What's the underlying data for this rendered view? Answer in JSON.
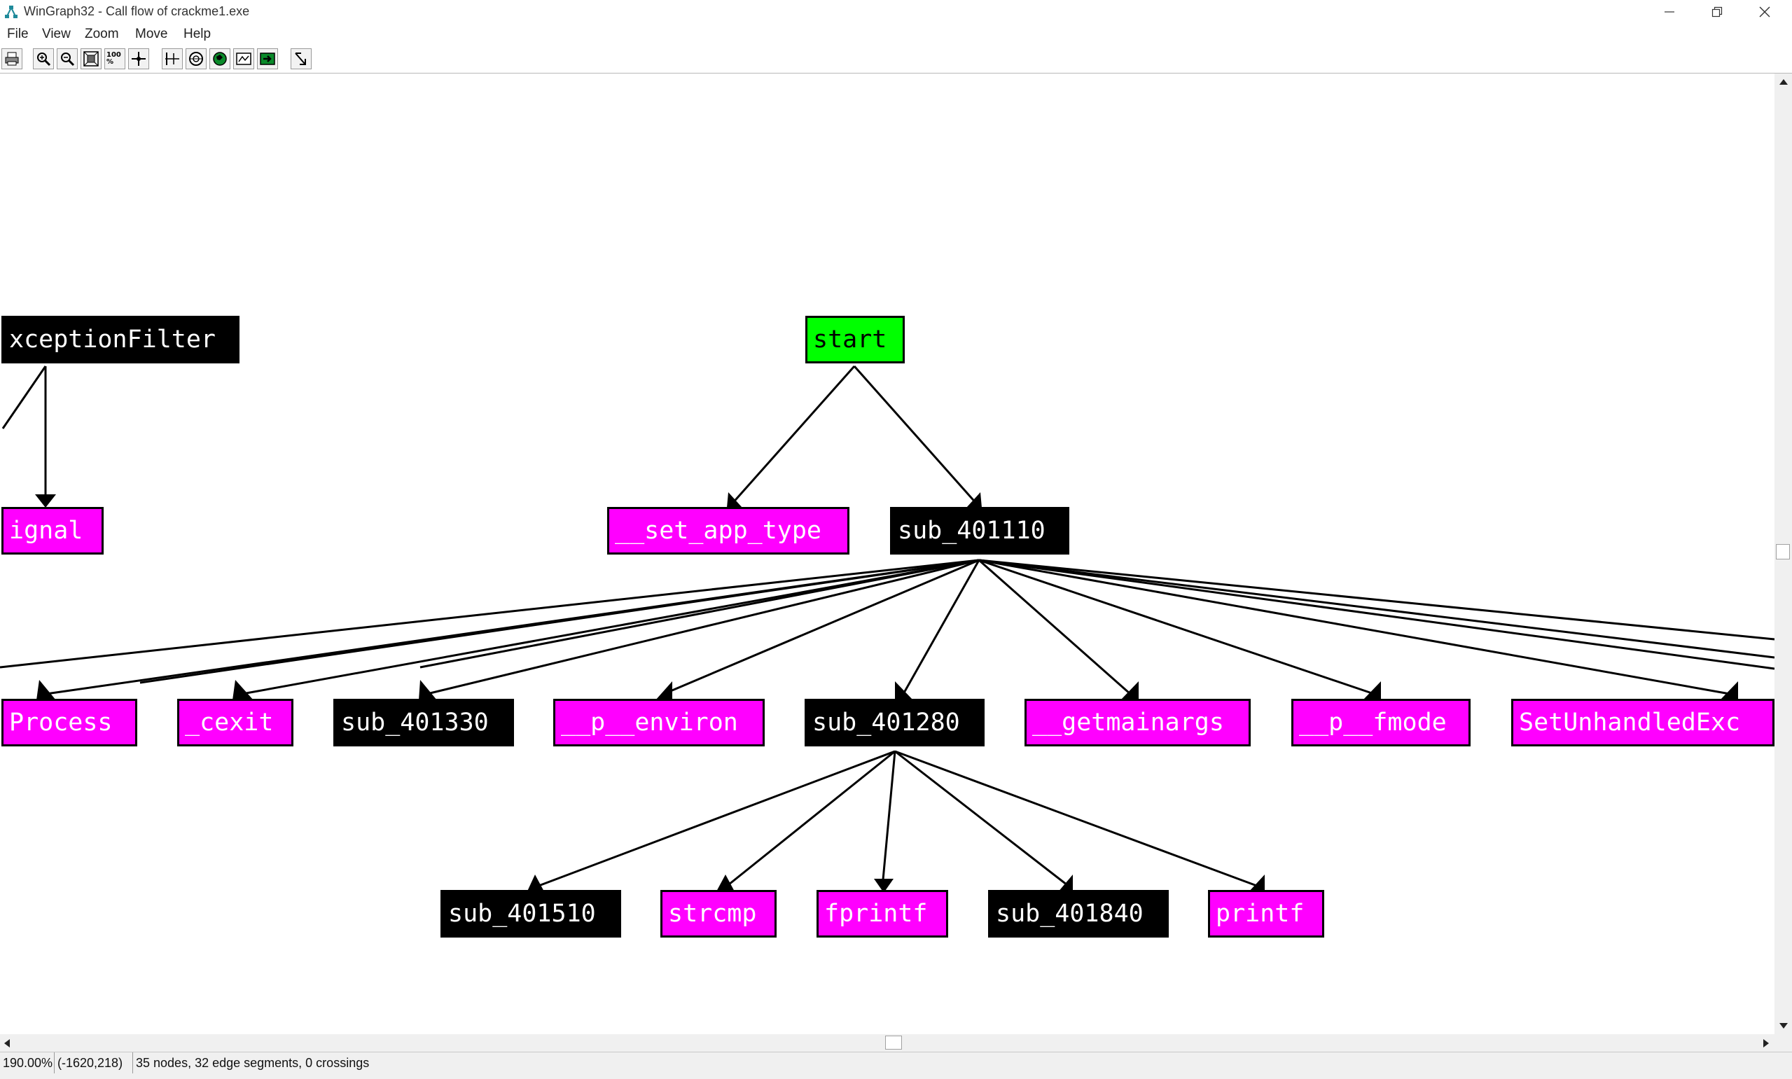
{
  "window": {
    "title": "WinGraph32 - Call flow of crackme1.exe"
  },
  "menu": [
    "File",
    "View",
    "Zoom",
    "Move",
    "Help"
  ],
  "toolbar": {
    "buttons": [
      "print-icon",
      "zoom-in-icon",
      "zoom-out-icon",
      "fit-window-icon",
      "zoom-100-icon",
      "center-icon",
      "layout-icon",
      "circle-icon",
      "globe-icon",
      "overview-icon",
      "move-icon",
      "arrow-icon"
    ],
    "zoom_100_label": "100 %"
  },
  "graph": {
    "nodes": [
      {
        "id": "xceptionfilter",
        "label": "xceptionFilter",
        "color": "black"
      },
      {
        "id": "start",
        "label": "start",
        "color": "green"
      },
      {
        "id": "ignal",
        "label": "ignal",
        "color": "magenta"
      },
      {
        "id": "set-app-type",
        "label": "__set_app_type",
        "color": "magenta"
      },
      {
        "id": "sub-401110",
        "label": "sub_401110",
        "color": "black"
      },
      {
        "id": "process",
        "label": "Process",
        "color": "magenta"
      },
      {
        "id": "cexit",
        "label": "_cexit",
        "color": "magenta"
      },
      {
        "id": "sub-401330",
        "label": "sub_401330",
        "color": "black"
      },
      {
        "id": "p-environ",
        "label": "__p__environ",
        "color": "magenta"
      },
      {
        "id": "sub-401280",
        "label": "sub_401280",
        "color": "black"
      },
      {
        "id": "getmainargs",
        "label": "__getmainargs",
        "color": "magenta"
      },
      {
        "id": "p-fmode",
        "label": "__p__fmode",
        "color": "magenta"
      },
      {
        "id": "setunhandledexc",
        "label": "SetUnhandledExc",
        "color": "magenta"
      },
      {
        "id": "sub-401510",
        "label": "sub_401510",
        "color": "black"
      },
      {
        "id": "strcmp",
        "label": "strcmp",
        "color": "magenta"
      },
      {
        "id": "fprintf",
        "label": "fprintf",
        "color": "magenta"
      },
      {
        "id": "sub-401840",
        "label": "sub_401840",
        "color": "black"
      },
      {
        "id": "printf",
        "label": "printf",
        "color": "magenta"
      }
    ],
    "edges": [
      {
        "from": "xceptionfilter",
        "to": "ignal"
      },
      {
        "from": "start",
        "to": "set-app-type"
      },
      {
        "from": "start",
        "to": "sub-401110"
      },
      {
        "from": "sub-401110",
        "to": "process"
      },
      {
        "from": "sub-401110",
        "to": "cexit"
      },
      {
        "from": "sub-401110",
        "to": "sub-401330"
      },
      {
        "from": "sub-401110",
        "to": "p-environ"
      },
      {
        "from": "sub-401110",
        "to": "sub-401280"
      },
      {
        "from": "sub-401110",
        "to": "getmainargs"
      },
      {
        "from": "sub-401110",
        "to": "p-fmode"
      },
      {
        "from": "sub-401110",
        "to": "setunhandledexc"
      },
      {
        "from": "sub-401280",
        "to": "sub-401510"
      },
      {
        "from": "sub-401280",
        "to": "strcmp"
      },
      {
        "from": "sub-401280",
        "to": "fprintf"
      },
      {
        "from": "sub-401280",
        "to": "sub-401840"
      },
      {
        "from": "sub-401280",
        "to": "printf"
      }
    ],
    "colors": {
      "black": "#000000",
      "magenta": "#ff00ff",
      "green": "#00ff00"
    }
  },
  "status": {
    "zoom": "190.00%",
    "coords": "(-1620,218)",
    "info": "35 nodes, 32 edge segments, 0 crossings"
  }
}
